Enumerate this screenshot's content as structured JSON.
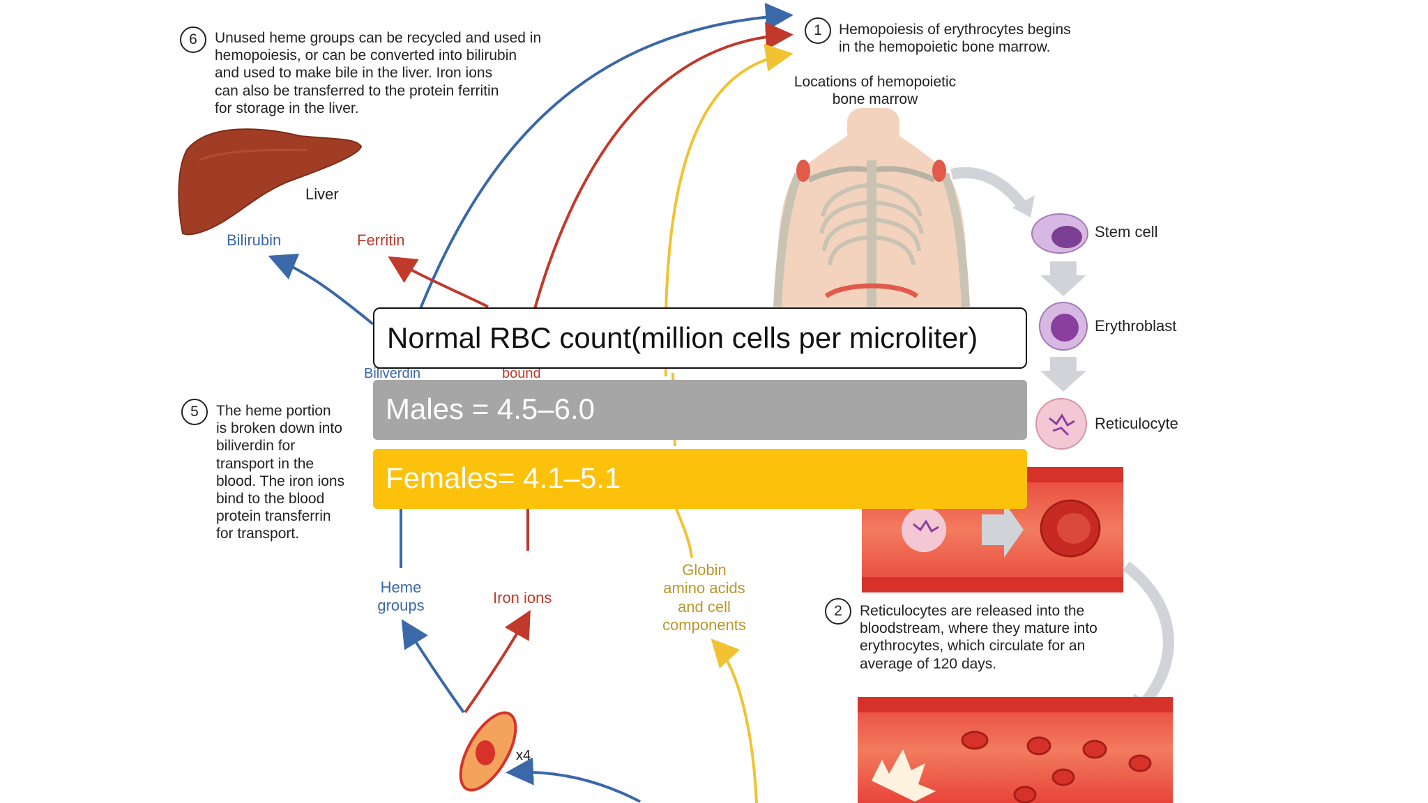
{
  "diagram": {
    "step1": "Hemopoiesis of erythrocytes begins\nin the hemopoietic bone marrow.",
    "step1_num": "1",
    "locations_label": "Locations of hemopoietic\nbone marrow",
    "step2": "Reticulocytes are released into the\nbloodstream, where they mature into\nerythrocytes, which circulate for an\naverage of 120 days.",
    "step2_num": "2",
    "step5": "The heme portion\nis broken down into\nbiliverdin for\ntransport in the\nblood. The iron ions\nbind to the blood\nprotein transferrin\nfor transport.",
    "step5_num": "5",
    "step6": "Unused heme groups can be recycled and used in\nhemopoiesis, or can be converted into bilirubin\nand used to make bile in the liver. Iron ions\ncan also be transferred to the protein ferritin\nfor storage in the liver.",
    "step6_num": "6",
    "liver": "Liver",
    "bilirubin": "Bilirubin",
    "ferritin": "Ferritin",
    "biliverdin": "Biliverdin",
    "bound": "bound",
    "stem_cell": "Stem cell",
    "erythroblast": "Erythroblast",
    "reticulocyte": "Reticulocyte",
    "heme_groups": "Heme\ngroups",
    "iron_ions": "Iron ions",
    "globin": "Globin\namino acids\nand cell\ncomponents",
    "multiplier": "x4"
  },
  "overlay": {
    "title": "Normal RBC count(million cells per microliter)",
    "males": "Males = 4.5–6.0",
    "females": "Females= 4.1–5.1"
  },
  "colors": {
    "blue_arrow": "#3a68a8",
    "red_arrow": "#c0392b",
    "gold_arrow": "#f1c232",
    "males_fill": "#a6a6a6",
    "females_fill": "#fcc10a"
  }
}
